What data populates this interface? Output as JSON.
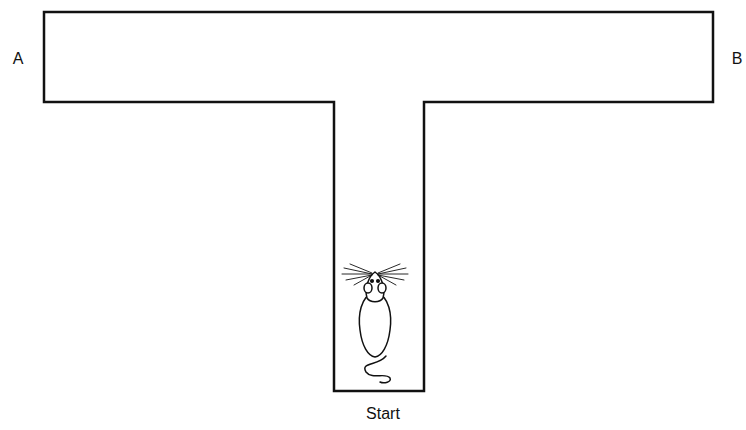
{
  "diagram": {
    "labels": [
      "A",
      "B",
      "Start"
    ]
  }
}
